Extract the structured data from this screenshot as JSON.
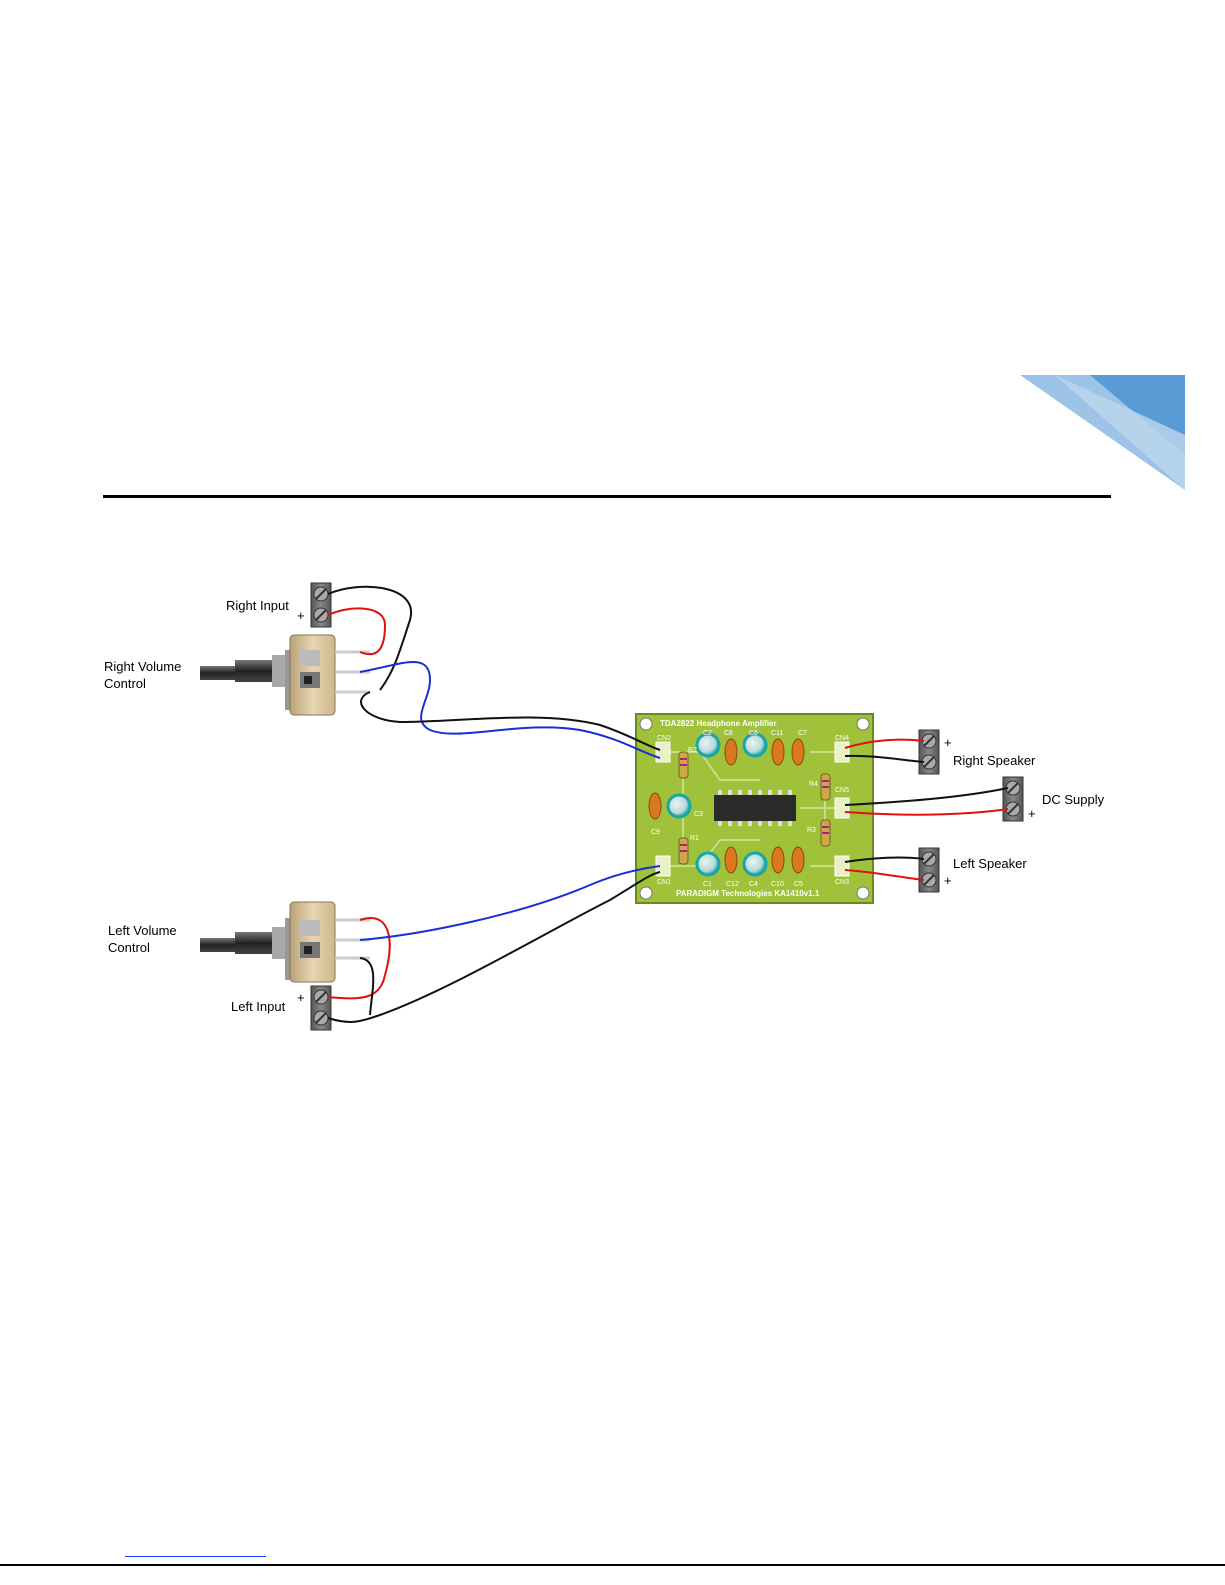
{
  "labels": {
    "right_input": "Right Input",
    "right_volume": "Right Volume\nControl",
    "left_volume": "Left Volume\nControl",
    "left_input": "Left Input",
    "right_speaker": "Right Speaker",
    "dc_supply": "DC Supply",
    "left_speaker": "Left Speaker",
    "plus": "+"
  },
  "pcb": {
    "title": "TDA2822 Headphone Amplifier",
    "footer": "PARADIGM Technologies KA1410v1.1",
    "refs": {
      "cn1": "CN1",
      "cn2": "CN2",
      "cn3": "CN3",
      "cn4": "CN4",
      "cn5": "CN5",
      "c1": "C1",
      "c2": "C2",
      "c3": "C3",
      "c4": "C4",
      "c5": "C5",
      "c6": "C6",
      "c7": "C7",
      "c8": "C8",
      "c9": "C9",
      "c10": "C10",
      "c11": "C11",
      "c12": "C12",
      "r1": "R1",
      "r2": "R2",
      "r3": "R3",
      "r4": "R4"
    }
  },
  "colors": {
    "pcb_green": "#9fc23a",
    "wire_red": "#e01010",
    "wire_black": "#111111",
    "wire_blue": "#1630d8",
    "capacitor_teal": "#1aa6a6",
    "capacitor_orange": "#d9781e",
    "accent_blue": "#5b9bd5"
  }
}
